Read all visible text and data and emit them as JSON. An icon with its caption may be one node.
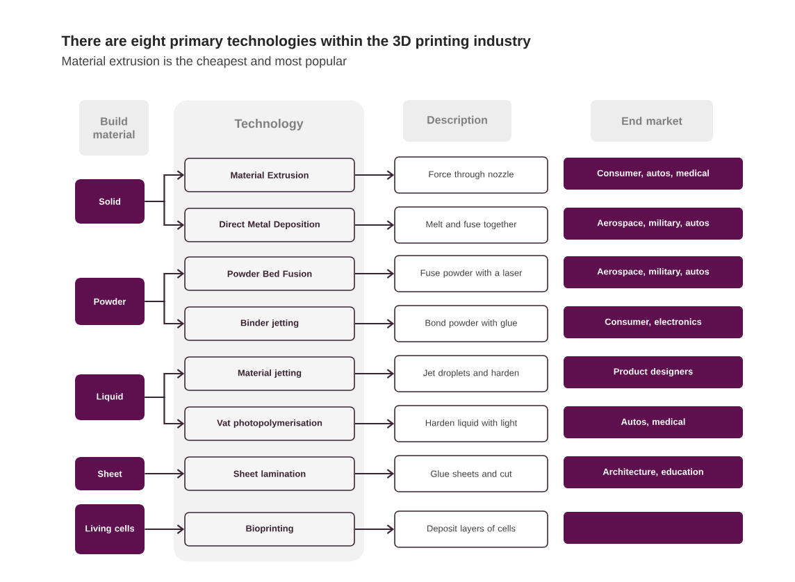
{
  "diagram": {
    "title": "There are eight primary technologies within the 3D printing industry",
    "caption": "Material extrusion is the cheapest and most popular",
    "nodes": [
      {
        "text": [
          "Build material"
        ]
      },
      {
        "text": [
          "Technology"
        ]
      },
      {
        "text": [
          "Description"
        ]
      },
      {
        "text": [
          "End market"
        ]
      },
      {
        "text": [
          "Solid"
        ]
      },
      {
        "text": [
          "Powder"
        ]
      },
      {
        "text": [
          "Liquid"
        ]
      },
      {
        "text": [
          "Sheet"
        ]
      },
      {
        "text": [
          "Living cells"
        ]
      },
      {
        "text": [
          "Material Extrusion"
        ],
        "in": 1
      },
      {
        "text": [
          "Direct Metal Deposition"
        ],
        "in": 1
      },
      {
        "text": [
          "Powder Bed Fusion"
        ],
        "in": 1
      },
      {
        "text": [
          "Binder jetting"
        ],
        "in": 1
      },
      {
        "text": [
          "Material jetting"
        ],
        "in": 1
      },
      {
        "text": [
          "Vat photopolymerisation"
        ],
        "in": 1
      },
      {
        "text": [
          "Sheet lamination"
        ],
        "in": 1
      },
      {
        "text": [
          "Bioprinting"
        ],
        "in": 1
      },
      {
        "text": [
          "Force through nozzle"
        ]
      },
      {
        "text": [
          "Melt and fuse together"
        ]
      },
      {
        "text": [
          "Fuse powder with a laser"
        ]
      },
      {
        "text": [
          "Bond powder with glue"
        ]
      },
      {
        "text": [
          "Jet droplets and harden"
        ]
      },
      {
        "text": [
          "Harden liquid with light"
        ]
      },
      {
        "text": [
          "Glue sheets and cut"
        ]
      },
      {
        "text": [
          "Deposit layers of cells"
        ]
      },
      {
        "text": [
          "Consumer, autos, medical"
        ]
      },
      {
        "text": [
          "Aerospace, military, autos"
        ]
      },
      {
        "text": [
          "Aerospace, military, autos"
        ]
      },
      {
        "text": [
          "Consumer, electronics"
        ]
      },
      {
        "text": [
          "Product designers"
        ]
      },
      {
        "text": [
          "Autos, medical"
        ]
      },
      {
        "text": [
          "Architecture, education"
        ]
      },
      {
        "text": [],
        "shape": "box"
      }
    ],
    "edges": [
      {
        "from": 4,
        "to": 9,
        "arrow": "to"
      },
      {
        "from": 4,
        "to": 10,
        "arrow": "to"
      },
      {
        "from": 5,
        "to": 11,
        "arrow": "to"
      },
      {
        "from": 5,
        "to": 12,
        "arrow": "to"
      },
      {
        "from": 6,
        "to": 13,
        "arrow": "to"
      },
      {
        "from": 6,
        "to": 14,
        "arrow": "to"
      },
      {
        "from": 7,
        "to": 15,
        "arrow": "to"
      },
      {
        "from": 8,
        "to": 16,
        "arrow": "to"
      },
      {
        "from": 9,
        "to": 17,
        "arrow": "to"
      },
      {
        "from": 10,
        "to": 18,
        "arrow": "to"
      },
      {
        "from": 11,
        "to": 19,
        "arrow": "to"
      },
      {
        "from": 12,
        "to": 20,
        "arrow": "to"
      },
      {
        "from": 13,
        "to": 21,
        "arrow": "to"
      },
      {
        "from": 14,
        "to": 22,
        "arrow": "to"
      },
      {
        "from": 15,
        "to": 23,
        "arrow": "to"
      },
      {
        "from": 16,
        "to": 24,
        "arrow": "to"
      }
    ]
  }
}
